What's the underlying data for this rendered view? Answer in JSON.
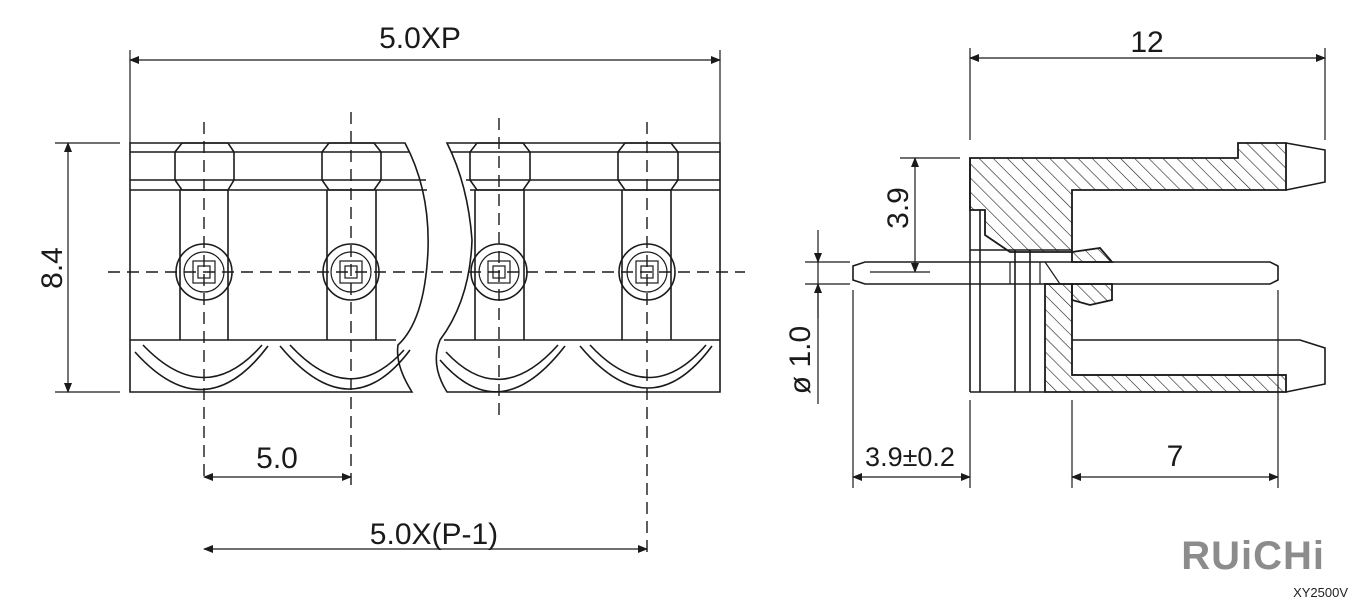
{
  "dimensions": {
    "overall_width": "5.0XP",
    "height": "8.4",
    "pitch": "5.0",
    "span": "5.0X(P-1)",
    "side_length": "12",
    "pin_offset": "3.9",
    "pin_diameter": "ø 1.0",
    "pin_tail": "3.9±0.2",
    "pin_engagement": "7"
  },
  "brand": {
    "logo_text": "RUiCHi",
    "model": "XY2500V"
  }
}
